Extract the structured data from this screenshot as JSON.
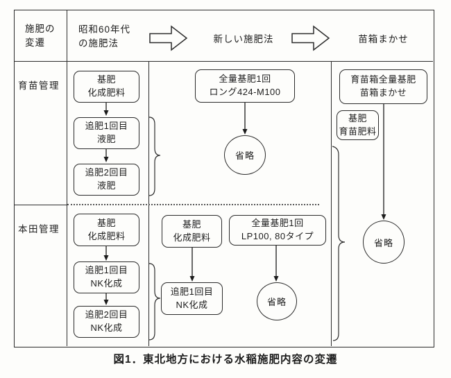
{
  "header": {
    "legend_line1": "施肥の",
    "legend_line2": "変遷",
    "stage_old_line1": "昭和60年代",
    "stage_old_line2": "の施肥法",
    "stage_new": "新しい施肥法",
    "stage_naebako": "苗箱まかせ"
  },
  "rows": {
    "seedling": "育苗管理",
    "paddy": "本田管理"
  },
  "nodes": {
    "seedling_old_base": {
      "line1": "基肥",
      "line2": "化成肥料"
    },
    "seedling_old_topdress1": {
      "line1": "追肥1回目",
      "line2": "液肥"
    },
    "seedling_old_topdress2": {
      "line1": "追肥2回目",
      "line2": "液肥"
    },
    "seedling_new_allbase": {
      "line1": "全量基肥1回",
      "line2": "ロング424-M100"
    },
    "seedling_new_omitted": "省略",
    "naebako_allbase": {
      "line1": "育苗箱全量基肥",
      "line2": "苗箱まかせ"
    },
    "naebako_base": {
      "line1": "基肥",
      "line2": "育苗肥料"
    },
    "naebako_omitted": "省略",
    "paddy_old_base": {
      "line1": "基肥",
      "line2": "化成肥料"
    },
    "paddy_old_topdress1": {
      "line1": "追肥1回目",
      "line2": "NK化成"
    },
    "paddy_old_topdress2": {
      "line1": "追肥2回目",
      "line2": "NK化成"
    },
    "paddy_new_base": {
      "line1": "基肥",
      "line2": "化成肥料"
    },
    "paddy_new_topdress1": {
      "line1": "追肥1回目",
      "line2": "NK化成"
    },
    "paddy_new_allbase": {
      "line1": "全量基肥1回",
      "line2": "LP100, 80タイプ"
    },
    "paddy_new_omitted": "省略"
  },
  "caption": "図1．東北地方における水稲施肥内容の変遷",
  "colors": {
    "line": "#2a2a2a",
    "background": "#fdfdfb"
  }
}
